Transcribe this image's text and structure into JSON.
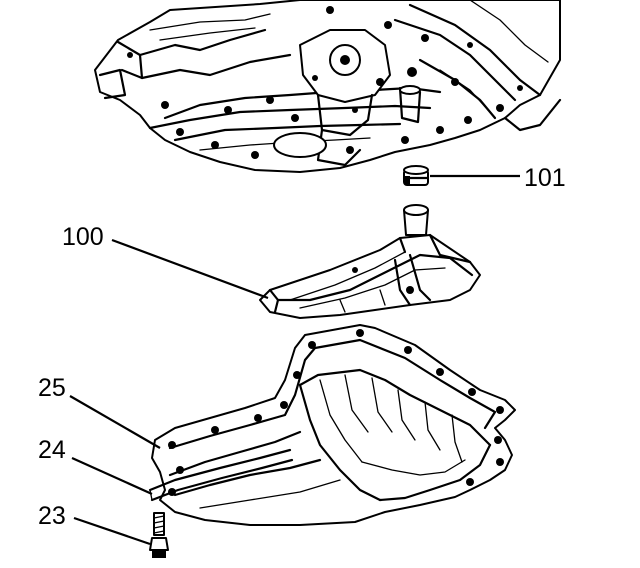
{
  "callouts": [
    {
      "id": "oil-pan",
      "text": "25"
    },
    {
      "id": "gasket",
      "text": "24"
    },
    {
      "id": "bolt",
      "text": "23"
    },
    {
      "id": "filter",
      "text": "100"
    },
    {
      "id": "seal",
      "text": "101"
    }
  ]
}
